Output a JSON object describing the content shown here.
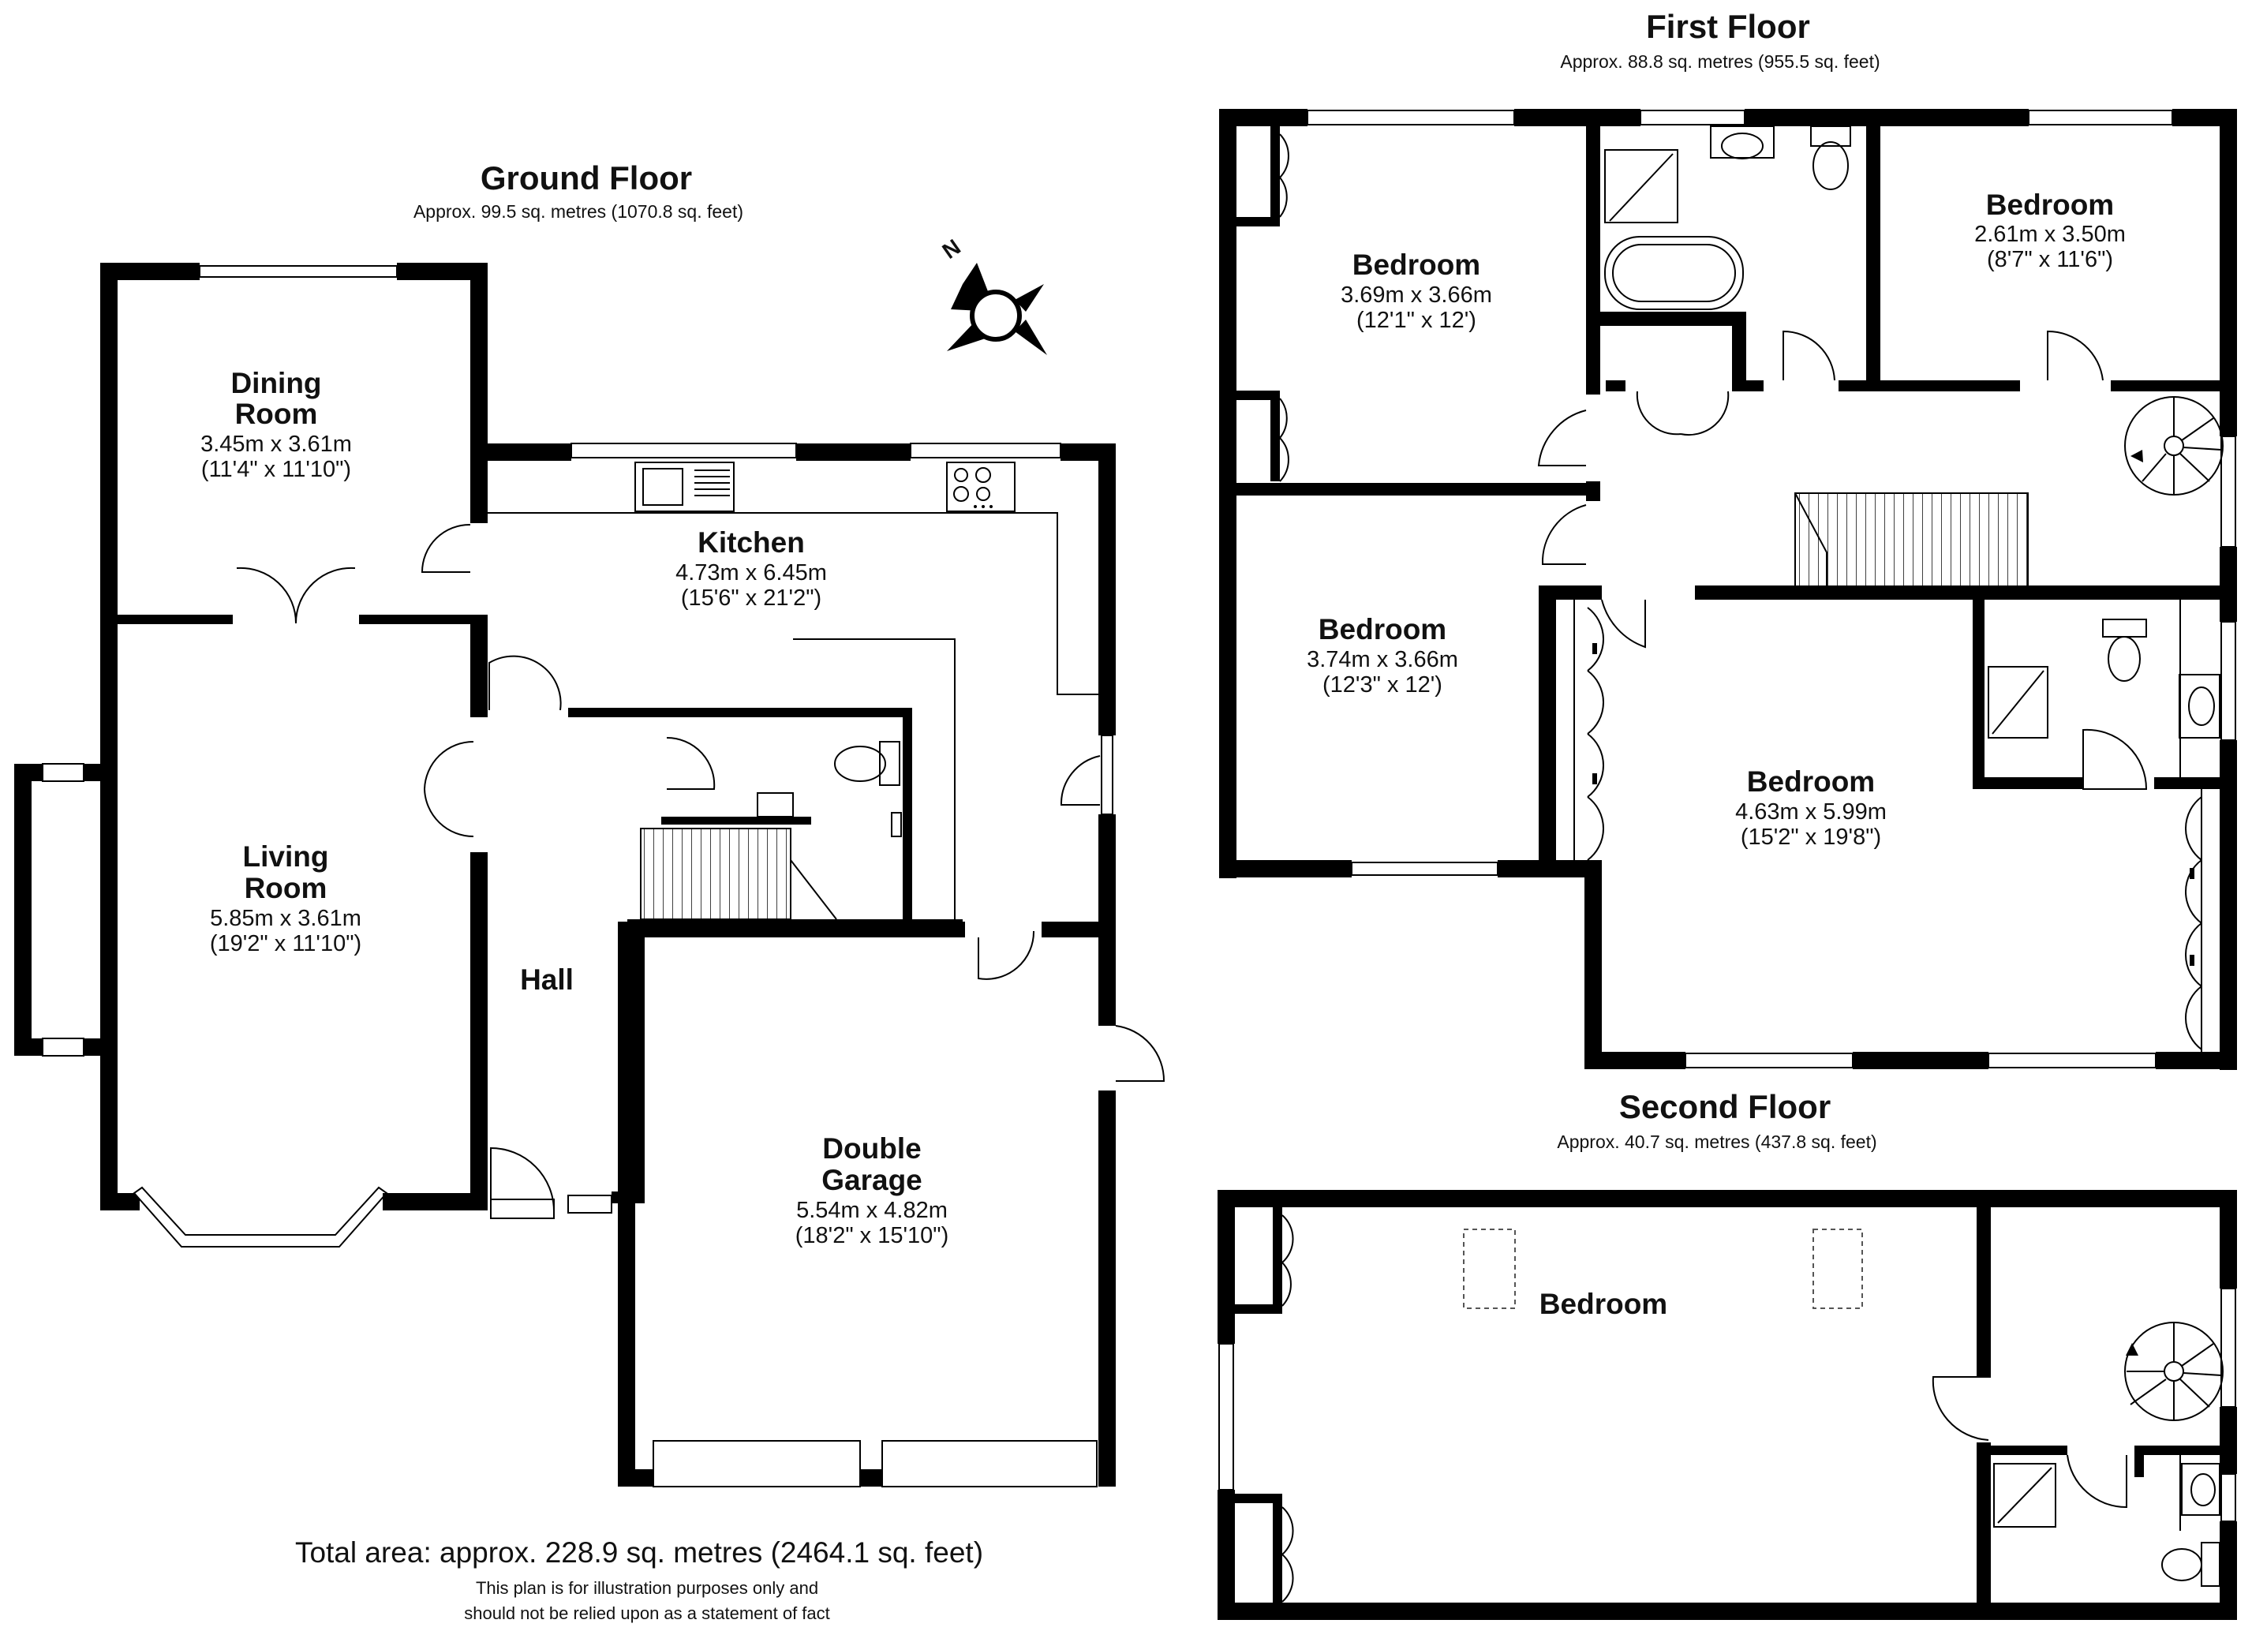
{
  "ground_floor": {
    "title": "Ground Floor",
    "area": "Approx. 99.5 sq. metres (1070.8 sq. feet)",
    "rooms": {
      "dining_name": "Dining",
      "dining_name2": "Room",
      "dining_dim": "3.45m x 3.61m",
      "dining_dim2": "(11'4\" x 11'10\")",
      "living_name": "Living",
      "living_name2": "Room",
      "living_dim": "5.85m x 3.61m",
      "living_dim2": "(19'2\" x 11'10\")",
      "kitchen_name": "Kitchen",
      "kitchen_dim": "4.73m x 6.45m",
      "kitchen_dim2": "(15'6\" x 21'2\")",
      "hall_name": "Hall",
      "garage_name": "Double",
      "garage_name2": "Garage",
      "garage_dim": "5.54m x 4.82m",
      "garage_dim2": "(18'2\" x 15'10\")"
    }
  },
  "first_floor": {
    "title": "First Floor",
    "area": "Approx. 88.8 sq. metres (955.5 sq. feet)",
    "rooms": {
      "bed1_name": "Bedroom",
      "bed1_dim": "3.69m x 3.66m",
      "bed1_dim2": "(12'1\" x 12')",
      "bed2_name": "Bedroom",
      "bed2_dim": "2.61m x 3.50m",
      "bed2_dim2": "(8'7\" x 11'6\")",
      "bed3_name": "Bedroom",
      "bed3_dim": "3.74m x 3.66m",
      "bed3_dim2": "(12'3\" x 12')",
      "bed4_name": "Bedroom",
      "bed4_dim": "4.63m x 5.99m",
      "bed4_dim2": "(15'2\" x 19'8\")"
    }
  },
  "second_floor": {
    "title": "Second Floor",
    "area": "Approx. 40.7 sq. metres (437.8 sq. feet)",
    "rooms": {
      "bed_name": "Bedroom"
    }
  },
  "compass_letter": "N",
  "total_area": "Total area: approx. 228.9 sq. metres (2464.1 sq. feet)",
  "disclaimer_line1": "This plan is for illustration purposes only and",
  "disclaimer_line2": "should not be relied upon as a statement of fact",
  "icons": [
    "compass-icon",
    "sink-icon",
    "hob-icon",
    "toilet-icon",
    "bath-icon",
    "shower-icon",
    "spiral-stair-icon",
    "staircase-icon"
  ]
}
